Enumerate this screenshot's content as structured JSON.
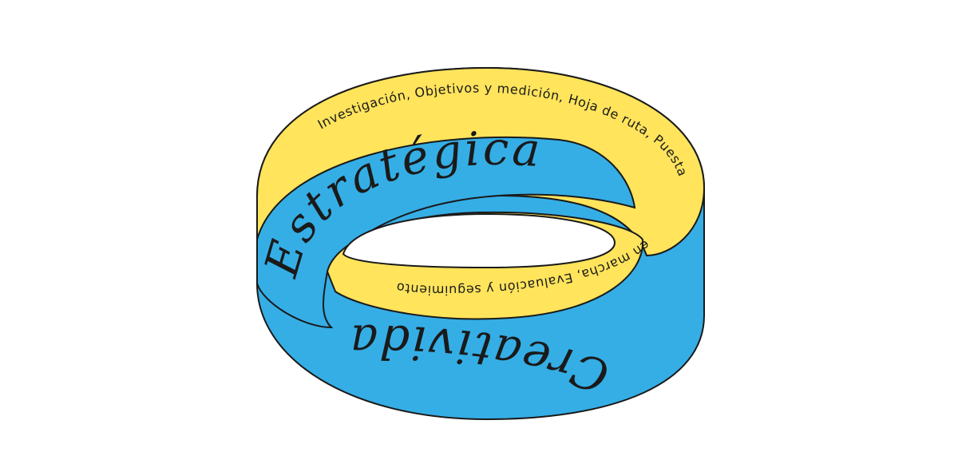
{
  "diagram": {
    "band_top_label": "Estratégica",
    "band_bottom_label": "Creatividad",
    "outer_text_part1": "Investigación, Objetivos y medición, Hoja de ruta, Puesta",
    "outer_text_part2": "en marcha, Evaluación y seguimiento"
  },
  "colors": {
    "yellow": "#FFE45C",
    "blue": "#35AEE6",
    "outline": "#1a1a1a",
    "background": "#ffffff"
  }
}
